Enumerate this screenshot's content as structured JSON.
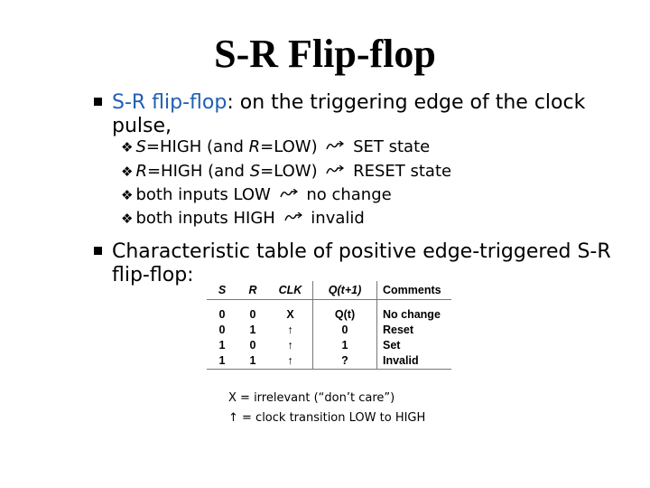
{
  "slide": {
    "title": "S-R Flip-flop",
    "bullet1": {
      "highlight": "S-R flip-flop",
      "rest": ": on the triggering edge of the clock pulse,"
    },
    "subs": [
      {
        "a_italic": "S",
        "a": "=HIGH (and ",
        "b_italic": "R",
        "b": "=LOW)",
        "result": "SET state"
      },
      {
        "a_italic": "R",
        "a": "=HIGH (and ",
        "b_italic": "S",
        "b": "=LOW)",
        "result": "RESET state"
      },
      {
        "a_italic": "",
        "a": "both inputs LOW",
        "b_italic": "",
        "b": "",
        "result": "no change"
      },
      {
        "a_italic": "",
        "a": "both inputs HIGH",
        "b_italic": "",
        "b": "",
        "result": "invalid"
      }
    ],
    "bullet2": "Characteristic table of positive edge-triggered S-R flip-flop:",
    "table": {
      "headers": [
        "S",
        "R",
        "CLK",
        "Q(t+1)",
        "Comments"
      ],
      "rows": [
        [
          "0",
          "0",
          "X",
          "Q(t)",
          "No change"
        ],
        [
          "0",
          "1",
          "↑",
          "0",
          "Reset"
        ],
        [
          "1",
          "0",
          "↑",
          "1",
          "Set"
        ],
        [
          "1",
          "1",
          "↑",
          "?",
          "Invalid"
        ]
      ]
    },
    "note_line1": "X = irrelevant (“don’t care”)",
    "note_line2": "↑ = clock transition LOW to HIGH"
  }
}
